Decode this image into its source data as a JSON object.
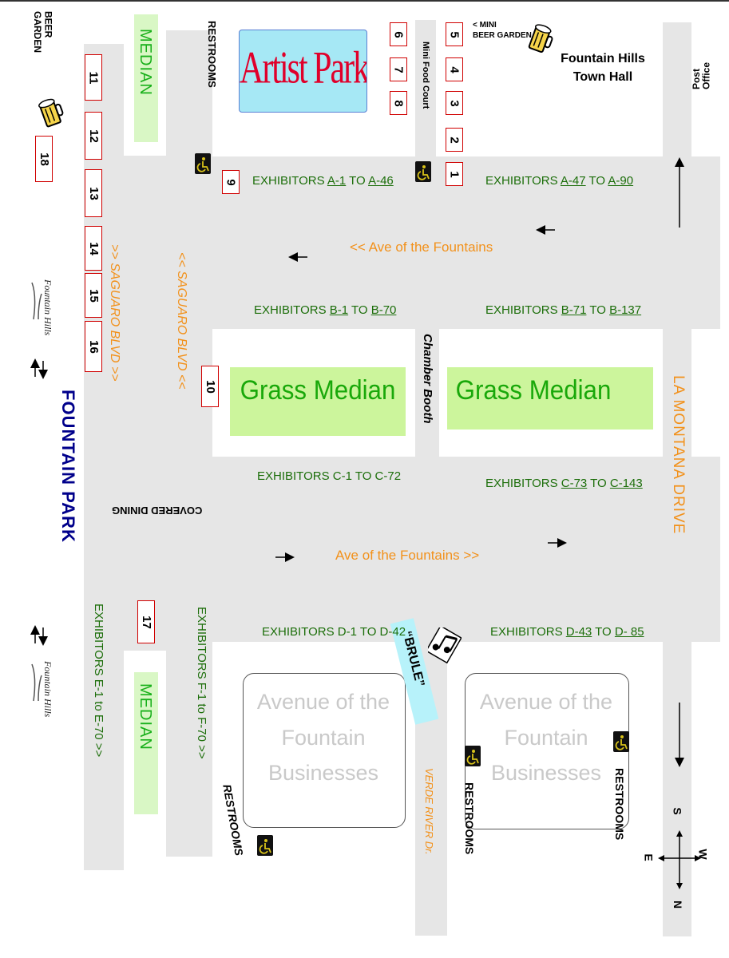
{
  "labels": {
    "artist_parking": "Artist Parking",
    "town_hall": "Fountain Hills\nTown Hall",
    "post_office": "Post\nOffice",
    "mini_food_court": "Mini Food Court",
    "mini_beer_garden": "< MINI\nBEER GARDEN",
    "beer_garden": "BEER\nGARDEN",
    "restrooms": "RESTROOMS",
    "median": "MEDIAN",
    "grass_median": "Grass Median",
    "chamber_booth": "Chamber Booth",
    "covered_dining": "COVERED DINING",
    "fountain_park": "FOUNTAIN PARK",
    "la_montana": "LA  MONTANA  DRIVE",
    "saguaro_left": "<< SAGUARO BLVD <<",
    "saguaro_right": ">> SAGUARO BLVD >>",
    "ave_top": "<< Ave of the Fountains",
    "ave_bottom": "Ave of the Fountains >>",
    "avenue_businesses": "Avenue of the\nFountain\nBusinesses",
    "brule": "“BRULE”",
    "verde_river": "VERDE RIVER Dr.",
    "logo_text": "Fountain Hills"
  },
  "exhibitors": {
    "a_left": {
      "prefix": "EXHIBITORS ",
      "from": "A-1",
      "mid": " TO ",
      "to": "A-46"
    },
    "a_right": {
      "prefix": "EXHIBITORS ",
      "from": "A-47",
      "mid": "  TO  ",
      "to": "A-90"
    },
    "b_left": {
      "prefix": "EXHIBITORS  ",
      "from": "B-1",
      "mid": " TO  ",
      "to": "B-70"
    },
    "b_right": {
      "prefix": "EXHIBITORS  ",
      "from": "B-71",
      "mid": " TO ",
      "to": "B-137"
    },
    "c_left": "EXHIBITORS C-1 TO C-72",
    "c_right": {
      "prefix": "EXHIBITORS  ",
      "from": "C-73",
      "mid": " TO ",
      "to": "C-143"
    },
    "d_left": "EXHIBITORS D-1 TO D-42",
    "d_right": {
      "prefix": "EXHIBITORS  ",
      "from": "D-43",
      "mid": " TO ",
      "to": "D- 85"
    },
    "e": "EXHIBITORS E-1 to E-70 >>",
    "f": "EXHIBITORS F-1 to F-70 >>"
  },
  "booths": [
    "1",
    "2",
    "3",
    "4",
    "5",
    "6",
    "7",
    "8",
    "9",
    "10",
    "11",
    "12",
    "13",
    "14",
    "15",
    "16",
    "17",
    "18"
  ],
  "compass": {
    "n": "N",
    "s": "S",
    "e": "E",
    "w": "W"
  },
  "colors": {
    "road": "#e6e6e6",
    "median": "#d9f7c5",
    "grass": "#ccf59c",
    "exhibitor": "#1c6e0a",
    "street": "#f2911b",
    "park": "#00008b",
    "booth_border": "#d00000",
    "artist_fill": "#a6e8f5",
    "artist_text": "#e0002a"
  }
}
